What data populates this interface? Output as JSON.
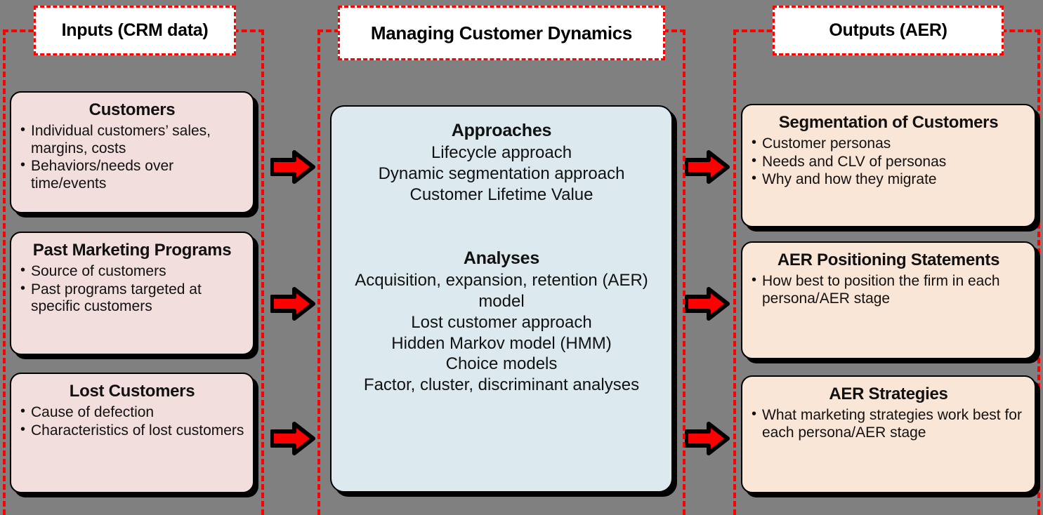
{
  "colors": {
    "background": "#808080",
    "frame_dash": "#ff0000",
    "input_card": "#f2dedd",
    "output_card": "#fae6d6",
    "process_card": "#dceaf0",
    "arrow_fill": "#ff0000",
    "outline": "#000000",
    "title_bg": "#ffffff"
  },
  "columns": {
    "inputs": {
      "title": "Inputs (CRM data)",
      "cards": [
        {
          "heading": "Customers",
          "bullets": [
            "Individual customers’ sales, margins, costs",
            "Behaviors/needs over time/events"
          ]
        },
        {
          "heading": "Past Marketing Programs",
          "bullets": [
            "Source of customers",
            "Past programs targeted at specific customers"
          ]
        },
        {
          "heading": "Lost Customers",
          "bullets": [
            "Cause of defection",
            "Characteristics of lost customers"
          ]
        }
      ]
    },
    "center": {
      "title": "Managing Customer Dynamics",
      "blocks": [
        {
          "heading": "Approaches",
          "lines": [
            "Lifecycle approach",
            "Dynamic segmentation approach",
            "Customer Lifetime Value"
          ]
        },
        {
          "heading": "Analyses",
          "lines": [
            "Acquisition, expansion, retention (AER) model",
            "Lost customer approach",
            "Hidden Markov model (HMM)",
            "Choice models",
            "Factor, cluster, discriminant analyses"
          ]
        }
      ]
    },
    "outputs": {
      "title": "Outputs (AER)",
      "cards": [
        {
          "heading": "Segmentation of Customers",
          "bullets": [
            "Customer personas",
            "Needs and CLV of personas",
            "Why and how they migrate"
          ]
        },
        {
          "heading": "AER Positioning Statements",
          "bullets": [
            "How best to position the firm in each persona/AER stage"
          ]
        },
        {
          "heading": "AER Strategies",
          "bullets": [
            "What marketing strategies work best for each persona/AER stage"
          ]
        }
      ]
    }
  },
  "arrows": [
    {
      "name": "input-to-process-1",
      "direction": "right"
    },
    {
      "name": "input-to-process-2",
      "direction": "right"
    },
    {
      "name": "input-to-process-3",
      "direction": "right"
    },
    {
      "name": "process-to-output-1",
      "direction": "right"
    },
    {
      "name": "process-to-output-2",
      "direction": "right"
    },
    {
      "name": "process-to-output-3",
      "direction": "right"
    }
  ]
}
